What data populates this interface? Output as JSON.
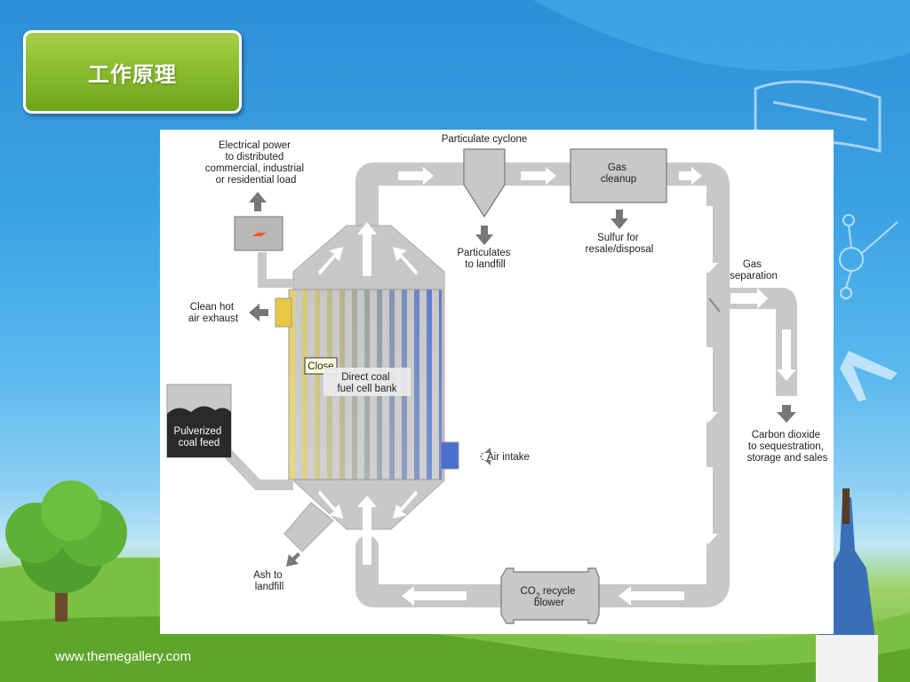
{
  "slide": {
    "title": "工作原理",
    "footer_url": "www.themegallery.com"
  },
  "diagram": {
    "labels": {
      "electrical_power": [
        "Electrical power",
        "to distributed",
        "commercial, industrial",
        "or residential load"
      ],
      "particulate_cyclone": "Particulate cyclone",
      "gas_cleanup": [
        "Gas",
        "cleanup"
      ],
      "particulates": [
        "Particulates",
        "to landfill"
      ],
      "sulfur": [
        "Sulfur for",
        "resale/disposal"
      ],
      "gas_separation": [
        "Gas",
        "separation"
      ],
      "clean_hot_air": [
        "Clean hot",
        "air exhaust"
      ],
      "close_tooltip": "Close",
      "fuel_cell_bank": [
        "Direct coal",
        "fuel cell bank"
      ],
      "pulverized_coal": [
        "Pulverized",
        "coal feed"
      ],
      "air_intake": "Air intake",
      "carbon_dioxide": [
        "Carbon dioxide",
        "to sequestration,",
        "storage and sales"
      ],
      "ash": [
        "Ash to",
        "landfill"
      ],
      "co2_blower_prefix": "CO",
      "co2_blower_sub": "2",
      "co2_blower_suffix": " recycle",
      "co2_blower_line2": "blower"
    },
    "colors": {
      "pipe": "#c8c8c8",
      "pipe_edge": "#9a9a9a",
      "arrow_white": "#ffffff",
      "arrow_gray": "#777777",
      "lightning": "#f05a28",
      "exhaust_yellow": "#e8c840",
      "air_blue": "#4a6fd0",
      "coal_dark": "#2a2a2a"
    }
  }
}
